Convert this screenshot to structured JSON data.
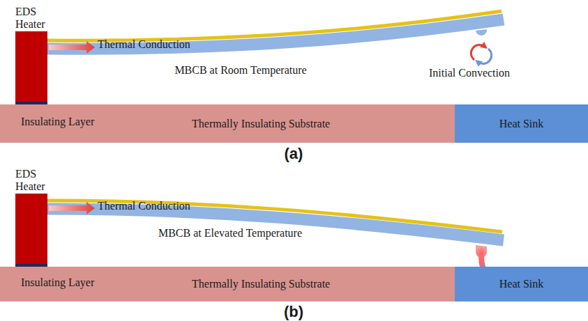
{
  "diagram": {
    "nodes": [
      {
        "text": [
          "EDS Heater"
        ]
      },
      {
        "text": [
          "Thermally Insulating Substrate"
        ]
      },
      {
        "text": [
          "Heat Sink"
        ]
      },
      {
        "text": [
          "EDS Heater"
        ]
      },
      {
        "text": [
          "Thermally Insulating Substrate"
        ]
      },
      {
        "text": [
          "Heat Sink"
        ]
      }
    ],
    "labels": [
      "Thermal Conduction",
      "MBCB at Room Temperature",
      "Initial Convection",
      "Insulating Layer",
      "(a)",
      "Thermal Conduction",
      "MBCB at Elevated Temperature",
      "Insulating Layer",
      "(b)"
    ]
  }
}
